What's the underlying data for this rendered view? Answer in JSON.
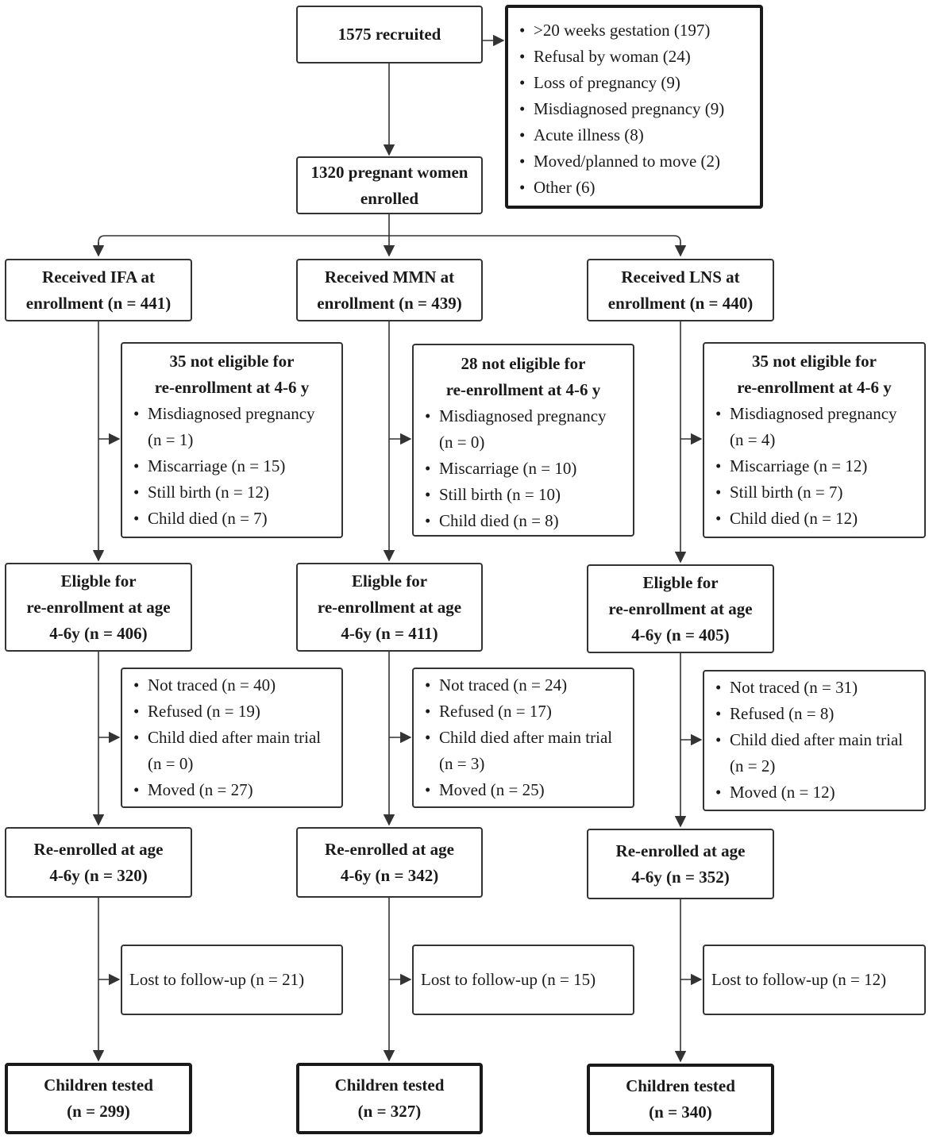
{
  "top": {
    "recruited": "1575 recruited",
    "enrolled": [
      "1320 pregnant women",
      "enrolled"
    ],
    "exclusions": [
      ">20 weeks gestation (197)",
      "Refusal by woman (24)",
      "Loss of pregnancy (9)",
      "Misdiagnosed pregnancy (9)",
      "Acute illness (8)",
      "Moved/planned to move (2)",
      "Other (6)"
    ]
  },
  "arms": [
    {
      "received": [
        "Received IFA at",
        "enrollment (n = 441)"
      ],
      "not_eligible": {
        "heading": [
          "35 not eligible for",
          "re-enrollment at 4-6 y"
        ],
        "items": [
          "Misdiagnosed pregnancy",
          "(n = 1)",
          "Miscarriage (n = 15)",
          "Still birth (n = 12)",
          "Child died (n = 7)"
        ]
      },
      "eligible": [
        "Eligble for",
        "re-enrollment at age",
        "4-6y (n = 406)"
      ],
      "losses": [
        "Not traced (n = 40)",
        "Refused (n = 19)",
        "Child died after main trial",
        "(n = 0)",
        "Moved (n = 27)"
      ],
      "reenrolled": [
        "Re-enrolled at age",
        "4-6y (n = 320)"
      ],
      "lost": "Lost to follow-up (n = 21)",
      "tested": [
        "Children tested",
        "(n = 299)"
      ]
    },
    {
      "received": [
        "Received MMN at",
        "enrollment (n = 439)"
      ],
      "not_eligible": {
        "heading": [
          "28 not eligible for",
          "re-enrollment at 4-6 y"
        ],
        "items": [
          "Misdiagnosed pregnancy",
          "(n = 0)",
          "Miscarriage (n = 10)",
          "Still birth (n = 10)",
          "Child died (n = 8)"
        ]
      },
      "eligible": [
        "Eligble for",
        "re-enrollment at age",
        "4-6y (n = 411)"
      ],
      "losses": [
        "Not traced (n = 24)",
        "Refused (n = 17)",
        "Child died after main trial",
        "(n = 3)",
        "Moved (n = 25)"
      ],
      "reenrolled": [
        "Re-enrolled at age",
        "4-6y (n = 342)"
      ],
      "lost": "Lost to follow-up (n = 15)",
      "tested": [
        "Children tested",
        "(n = 327)"
      ]
    },
    {
      "received": [
        "Received LNS at",
        "enrollment (n = 440)"
      ],
      "not_eligible": {
        "heading": [
          "35 not eligible for",
          "re-enrollment at 4-6 y"
        ],
        "items": [
          "Misdiagnosed pregnancy",
          "(n = 4)",
          "Miscarriage (n = 12)",
          "Still birth (n = 7)",
          "Child died (n = 12)"
        ]
      },
      "eligible": [
        "Eligble for",
        "re-enrollment at age",
        "4-6y (n = 405)"
      ],
      "losses": [
        "Not traced (n = 31)",
        "Refused (n = 8)",
        "Child died after main trial",
        "(n = 2)",
        "Moved (n = 12)"
      ],
      "reenrolled": [
        "Re-enrolled at age",
        "4-6y (n = 352)"
      ],
      "lost": "Lost to follow-up (n = 12)",
      "tested": [
        "Children tested",
        "(n = 340)"
      ]
    }
  ]
}
